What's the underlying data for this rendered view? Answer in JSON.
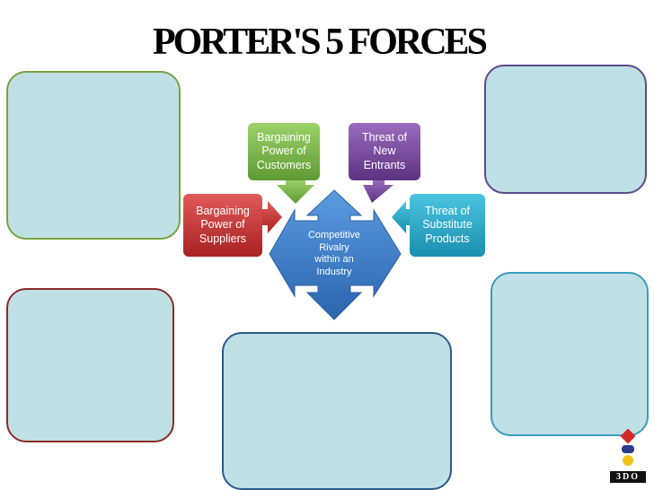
{
  "title": "PORTER'S 5 FORCES",
  "forces": {
    "customers": "Bargaining Power of Customers",
    "entrants": "Threat of New Entrants",
    "suppliers": "Bargaining Power of Suppliers",
    "substitutes": "Threat of Substitute Products",
    "center": "Competitive Rivalry within an Industry"
  },
  "force_lines": {
    "customers": [
      "Bargaining",
      "Power of",
      "Customers"
    ],
    "entrants": [
      "Threat of",
      "New",
      "Entrants"
    ],
    "suppliers": [
      "Bargaining",
      "Power of",
      "Suppliers"
    ],
    "substitutes": [
      "Threat of",
      "Substitute",
      "Products"
    ],
    "center": [
      "Competitive",
      "Rivalry",
      "within an",
      "Industry"
    ]
  },
  "logo": {
    "text": "3DO"
  },
  "colors": {
    "customers": "#7ab648",
    "entrants": "#7b4a9e",
    "suppliers": "#c73a3a",
    "substitutes": "#2aa8c8",
    "center": "#3b7fc9",
    "note_fill": "#bfe0e4"
  }
}
